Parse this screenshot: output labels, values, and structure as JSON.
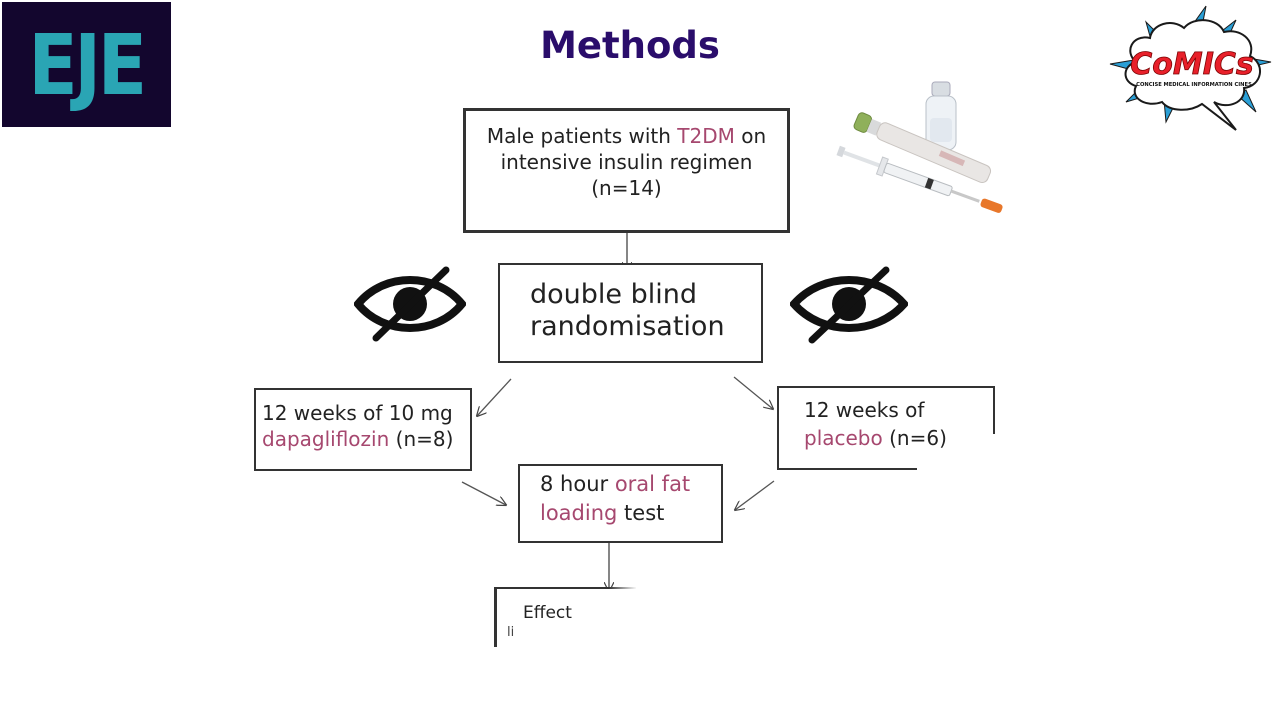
{
  "slide": {
    "title": "Methods",
    "logos": {
      "left": {
        "text": "EJE",
        "background": "#13062e",
        "color": "#2aa5b4"
      },
      "right": {
        "text": "CoMICs",
        "subtitle": "CONCISE MEDICAL INFORMATION CINES",
        "text_color": "#e8202a",
        "spike_color": "#2a9fd6"
      }
    },
    "colors": {
      "title": "#2a0d6b",
      "accent": "#a6486f",
      "box_border": "#333333"
    }
  },
  "flowchart": {
    "patients": {
      "line1_pre": "Male patients with ",
      "line1_accent": "T2DM",
      "line1_post": " on",
      "line2": "intensive insulin regimen",
      "line3": "(n=14)"
    },
    "randomisation": {
      "line1": "double blind",
      "line2": "randomisation"
    },
    "arm_dapagliflozin": {
      "line1": "12 weeks of 10 mg",
      "line2_accent": "dapagliflozin",
      "line2_post": " (n=8)"
    },
    "arm_placebo": {
      "line1": "12 weeks of",
      "line2_accent": "placebo",
      "line2_post": " (n=6)"
    },
    "fat_loading": {
      "line1_pre": "8 hour ",
      "line1_accent": "oral fat",
      "line2_accent": "loading",
      "line2_post": " test"
    },
    "effect": {
      "line1": "Effect",
      "line2": "li"
    }
  },
  "icons": {
    "blind_eye_left": "eye-slash-icon",
    "blind_eye_right": "eye-slash-icon",
    "illustration": "insulin-pen-syringe-vial"
  }
}
